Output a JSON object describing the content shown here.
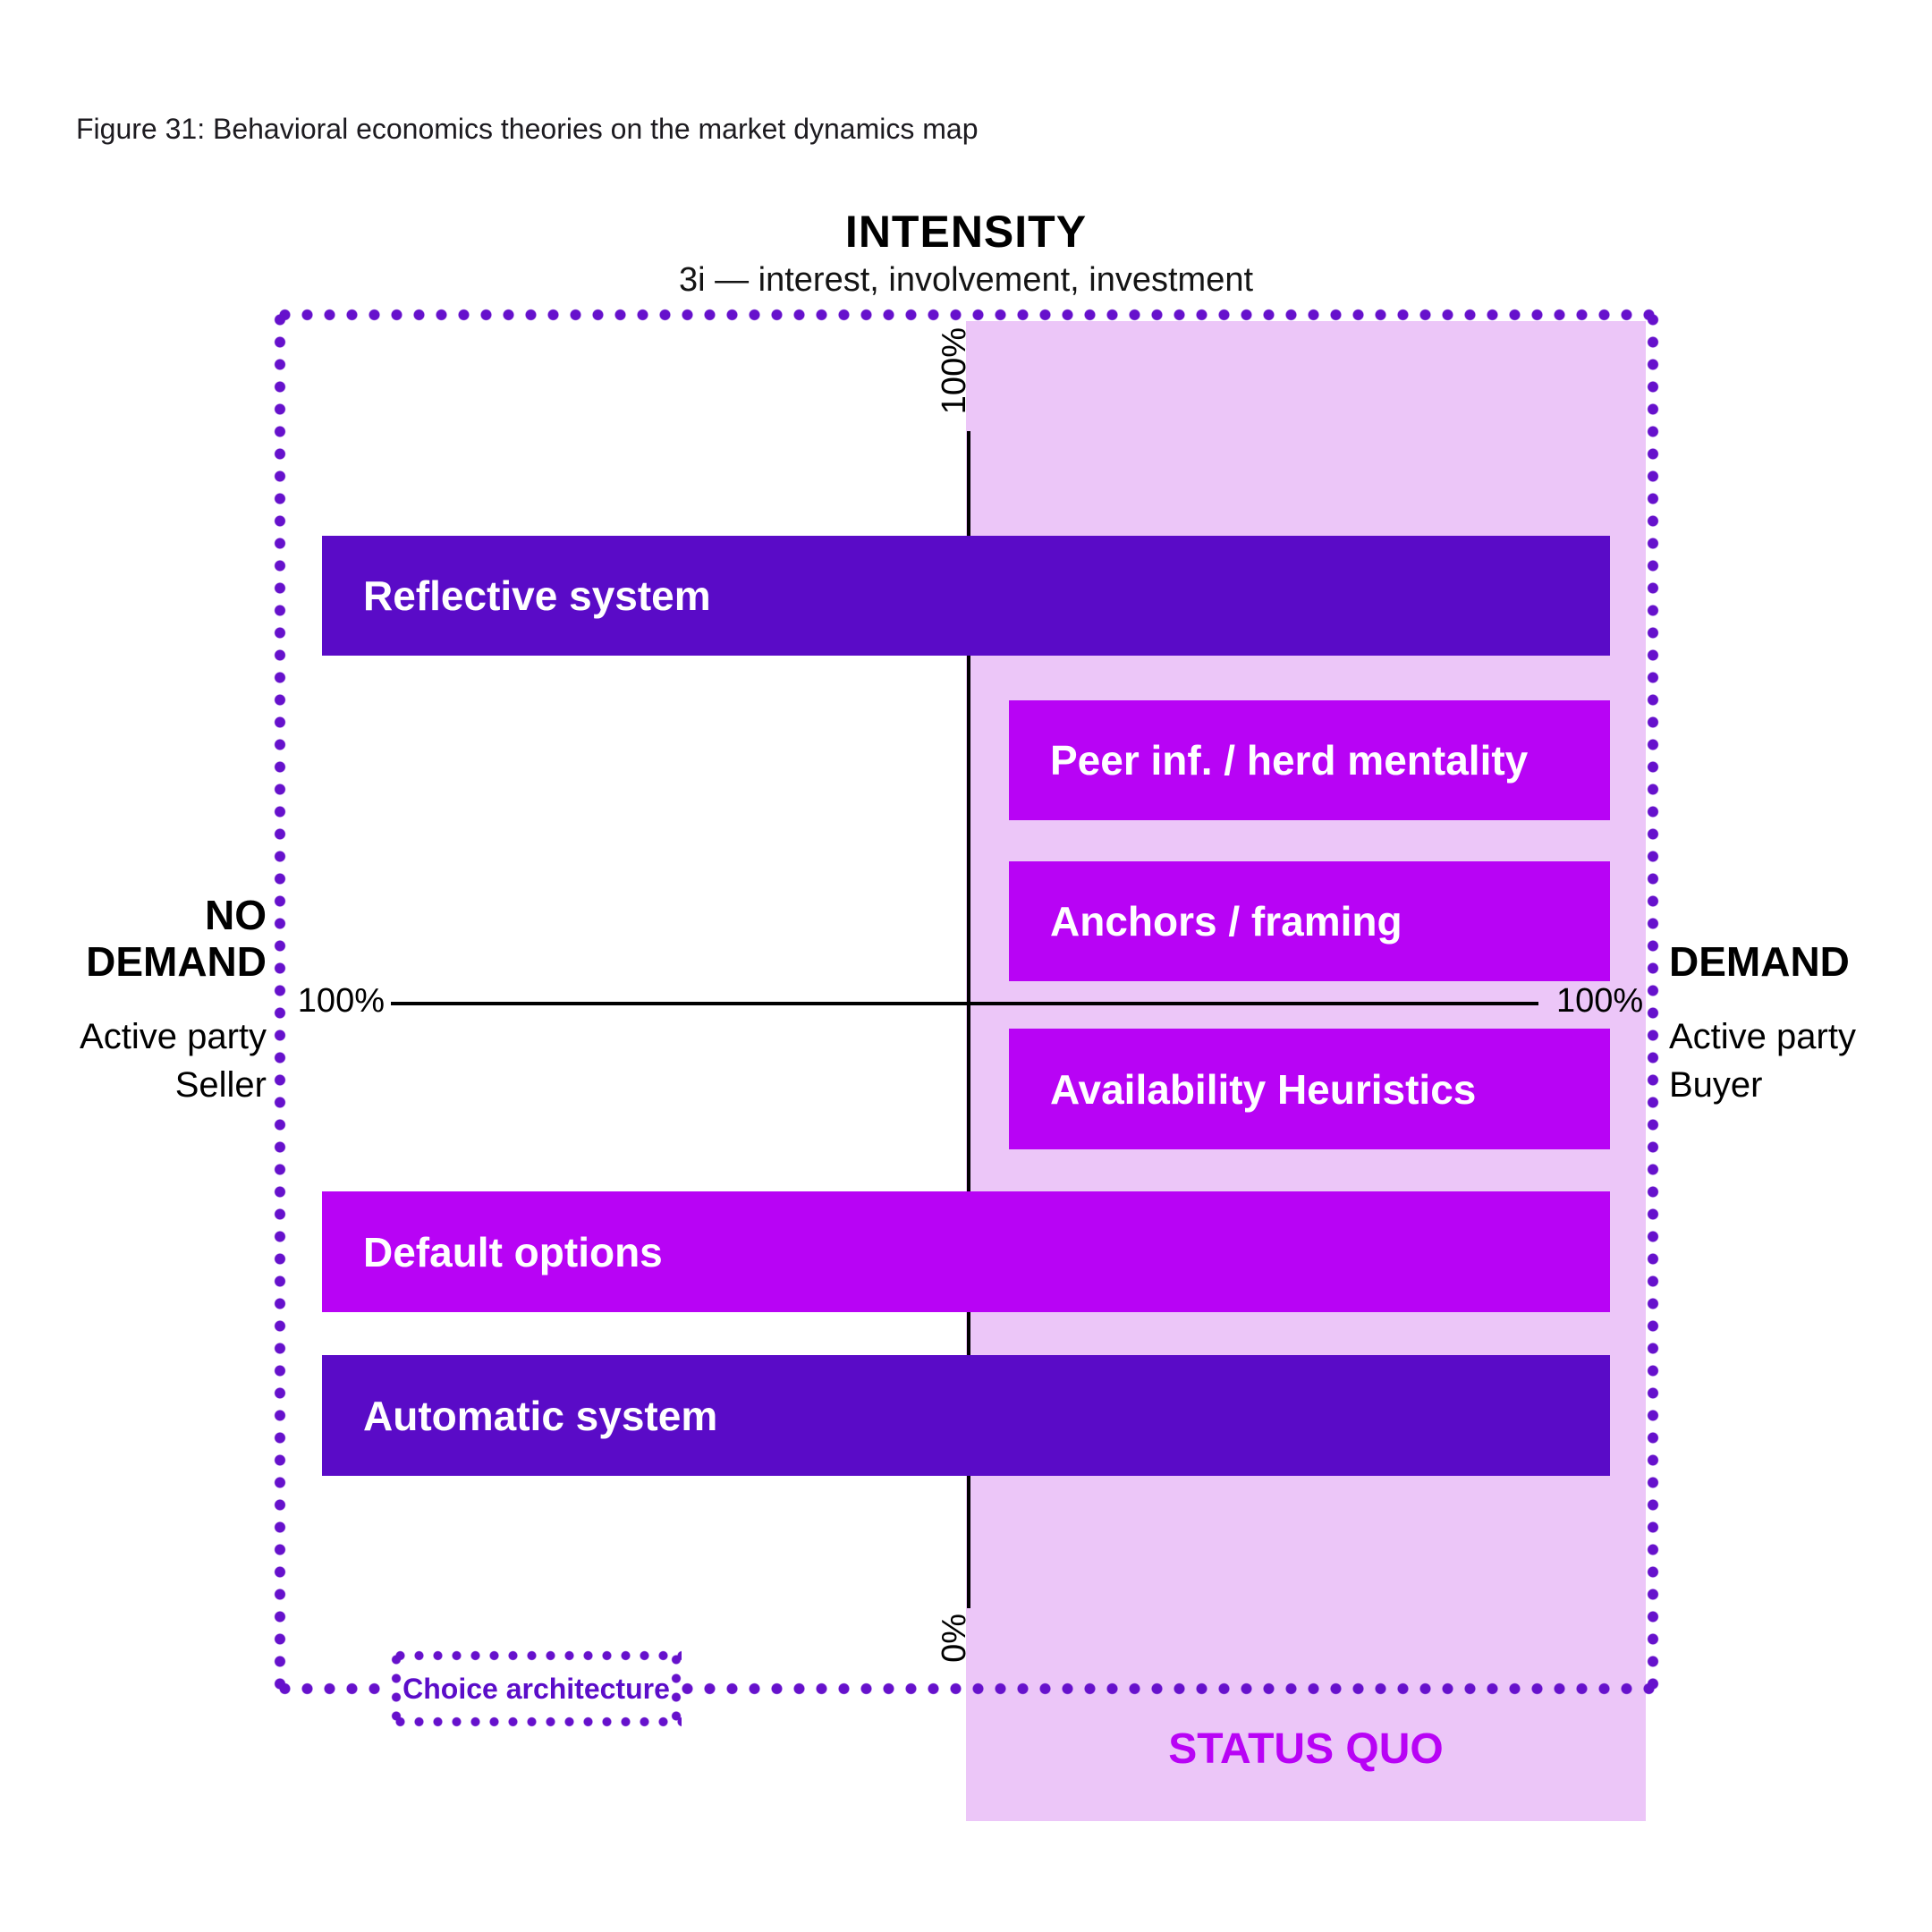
{
  "figure_caption": "Figure 31: Behavioral economics theories on the market dynamics map",
  "axes": {
    "top_title": "INTENSITY",
    "top_subtitle": "3i — interest, involvement, investment",
    "y_top_label": "100%",
    "y_bottom_label": "0%",
    "x_left_label": "100%",
    "x_right_label": "100%"
  },
  "left_side": {
    "title": "NO DEMAND",
    "subtitle_line1": "Active party",
    "subtitle_line2": "Seller"
  },
  "right_side": {
    "title": "DEMAND",
    "subtitle_line1": "Active party",
    "subtitle_line2": "Buyer"
  },
  "bars": [
    {
      "label": "Reflective system",
      "tone": "dark-purple",
      "span": "full-width"
    },
    {
      "label": "Peer inf. / herd mentality",
      "tone": "bright-purple",
      "span": "right-half"
    },
    {
      "label": "Anchors / framing",
      "tone": "bright-purple",
      "span": "right-half"
    },
    {
      "label": "Availability Heuristics",
      "tone": "bright-purple",
      "span": "right-half"
    },
    {
      "label": "Default options",
      "tone": "bright-purple",
      "span": "full-width"
    },
    {
      "label": "Automatic system",
      "tone": "dark-purple",
      "span": "full-width"
    }
  ],
  "choice_architecture_label": "Choice architecture",
  "status_quo_label": "STATUS QUO",
  "colors": {
    "dark_purple_bar": "#5A0BC7",
    "bright_purple_bar": "#B803F5",
    "light_purple_region": "#ECC6F8",
    "dotted_border_purple": "#6611CC",
    "choice_architecture_text": "#5B0DC9",
    "status_quo_text": "#B803F5",
    "axis_color": "#000000"
  }
}
